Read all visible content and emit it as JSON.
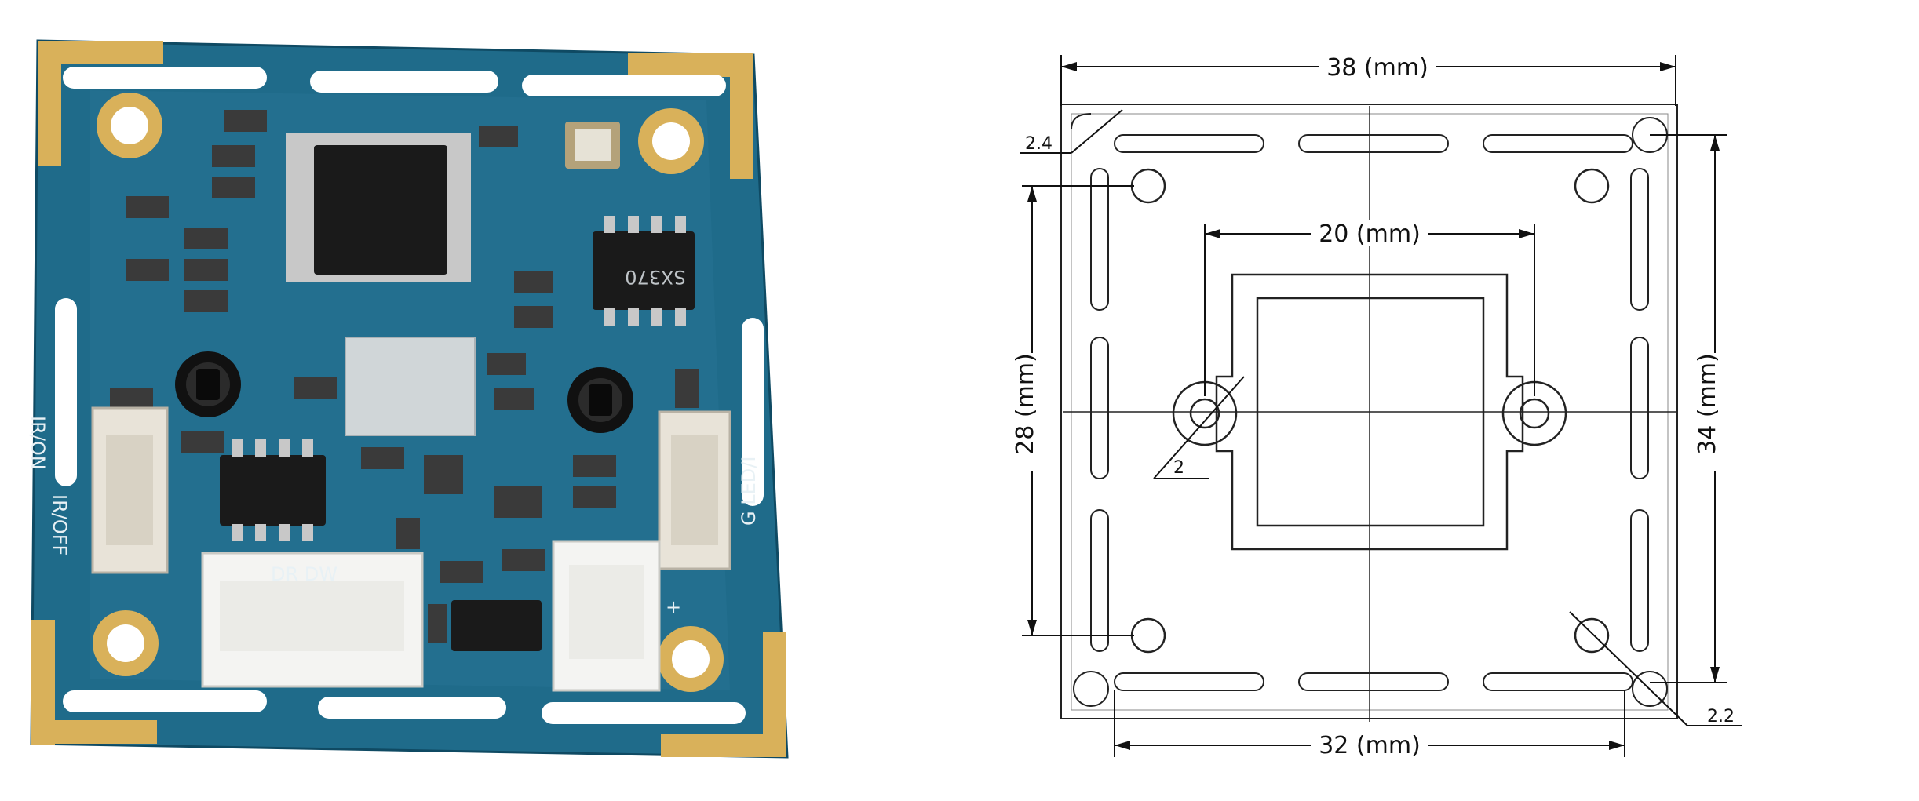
{
  "board": {
    "chip_marking": "SX370",
    "silkscreen_ir_on": "IR/ON",
    "silkscreen_ir_off": "IR/OFF",
    "silkscreen_g_ledi": "G LED/I",
    "silkscreen_dr_dw": "DR DW",
    "silkscreen_plus": "+",
    "colors": {
      "pcb": "#1f6b8a",
      "pad": "#d9b15a",
      "chip": "#1a1a1a"
    }
  },
  "drawing": {
    "dim_width": "38 (mm)",
    "dim_inner": "20 (mm)",
    "dim_hole_spacing_h": "32 (mm)",
    "dim_hole_spacing_v": "28 (mm)",
    "dim_height": "34 (mm)",
    "corner_radius": "2.4",
    "lens_hole": "2",
    "hole_dia": "2.2"
  }
}
